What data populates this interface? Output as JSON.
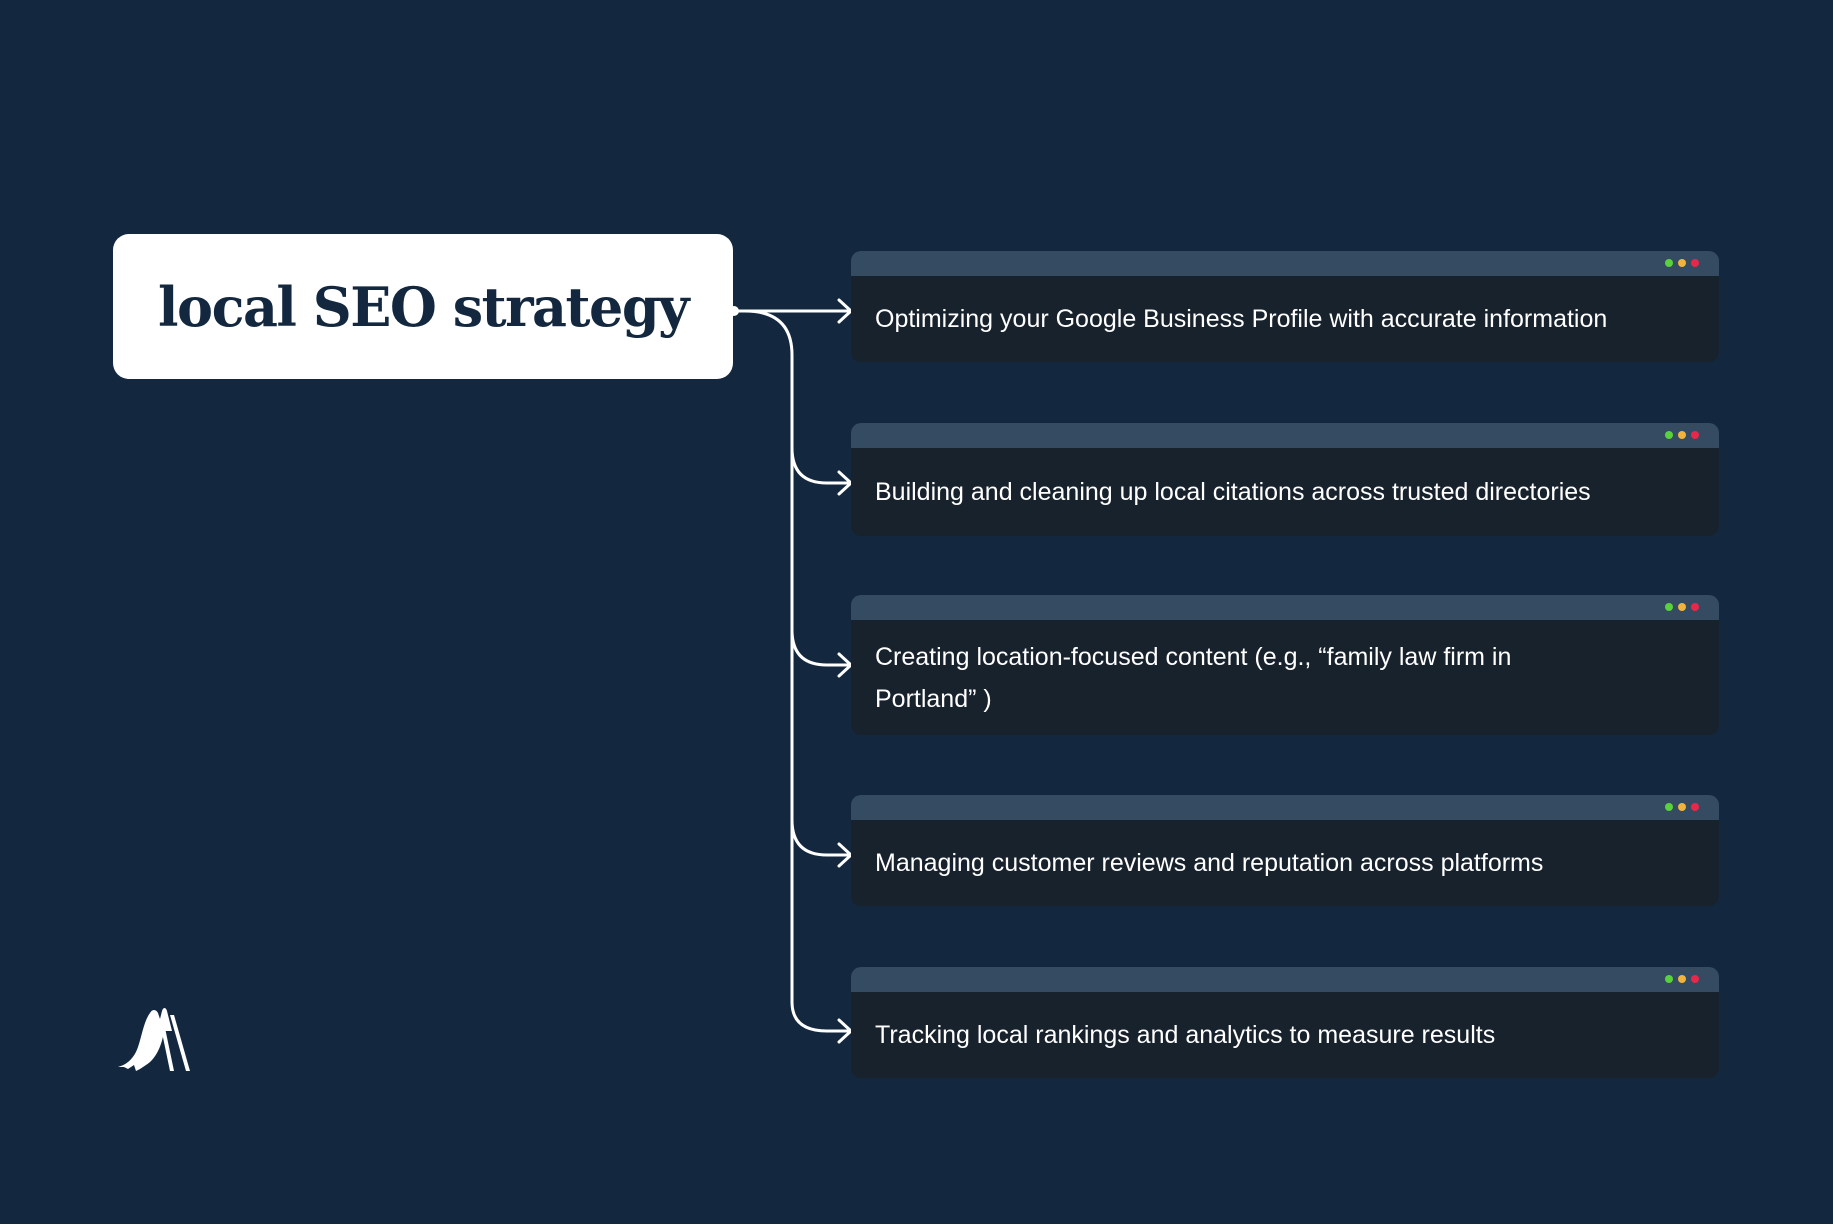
{
  "title": "local SEO strategy",
  "items": [
    {
      "text": "Optimizing your Google Business Profile with accurate information"
    },
    {
      "text": "Building and cleaning up local citations across trusted directories"
    },
    {
      "text": "Creating location-focused content (e.g., “family law firm in Portland” )"
    },
    {
      "text": "Managing customer reviews and reputation across platforms"
    },
    {
      "text": "Tracking local rankings and analytics to measure results"
    }
  ],
  "colors": {
    "background": "#13283f",
    "title_box": "#ffffff",
    "title_text": "#13283f",
    "card_body": "#18222d",
    "card_bar": "#344b61",
    "connector": "#ffffff",
    "dot_green": "#5ad23c",
    "dot_yellow": "#f0b43c",
    "dot_red": "#e8284b"
  },
  "icons": {
    "window_dots": "traffic-light-dots-icon",
    "brand_logo": "slide-logo-icon",
    "connector_arrow": "arrow-right-icon"
  }
}
